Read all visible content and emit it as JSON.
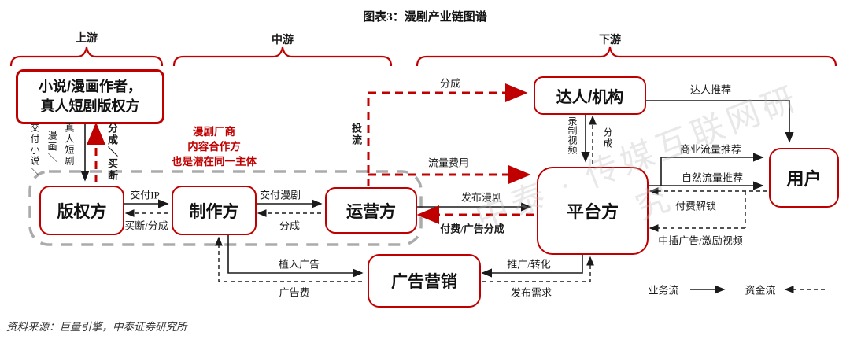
{
  "title": "图表3：漫剧产业链图谱",
  "source": "资料来源：巨量引擎，中泰证券研究所",
  "watermark": "中泰 · 传媒互联网研究",
  "sections": {
    "upstream": "上游",
    "midstream": "中游",
    "downstream": "下游"
  },
  "boxes": {
    "authors": {
      "line1": "小说/漫画作者，",
      "line2": "真人短剧版权方"
    },
    "copyright": "版权方",
    "producer": "制作方",
    "operator": "运营方",
    "influencer": "达人/机构",
    "platform": "平台方",
    "user": "用户",
    "ad_marketing": "广告营销"
  },
  "notes": {
    "red_note_line1": "漫剧厂商",
    "red_note_line2": "内容合作方",
    "red_note_line3": "也是潜在同一主体"
  },
  "edge_labels": {
    "deliver_col1": "交付小说＼",
    "deliver_col2": "漫画＼",
    "deliver_col3": "真人短剧",
    "share_buyout": "分成＼买断",
    "deliver_ip": "交付IP",
    "buyout_share": "买断/分成",
    "deliver_comic": "交付漫剧",
    "share_mid": "分成",
    "ad_invest": "投流",
    "share_top": "分成",
    "traffic_fee": "流量费用",
    "publish_comic": "发布漫剧",
    "pay_ad_share": "付费/广告分成",
    "record_video": "录制视频",
    "share_vertical": "分成",
    "influencer_recommend": "达人推荐",
    "commercial_traffic": "商业流量推荐",
    "organic_traffic": "自然流量推荐",
    "paid_unlock": "付费解锁",
    "midroll_ads": "中插广告/激励视频",
    "embed_ads": "植入广告",
    "ad_fee": "广告费",
    "promote_convert": "推广/转化",
    "publish_demand": "发布需求"
  },
  "legend": {
    "business_flow": "业务流",
    "money_flow": "资金流"
  },
  "colors": {
    "accent_red": "#C00000",
    "gray_dashed": "#ABABAB",
    "line_black": "#1A1A1A"
  }
}
